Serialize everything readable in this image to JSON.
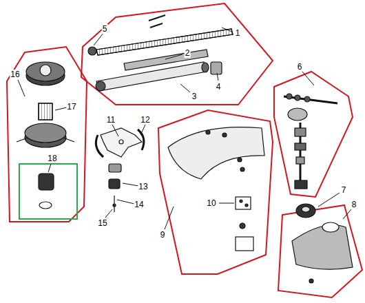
{
  "diagram": {
    "labels": [
      "1",
      "2",
      "3",
      "4",
      "5",
      "16",
      "17",
      "11",
      "12",
      "6",
      "18",
      "13",
      "7",
      "8",
      "14",
      "9",
      "10",
      "15"
    ]
  }
}
